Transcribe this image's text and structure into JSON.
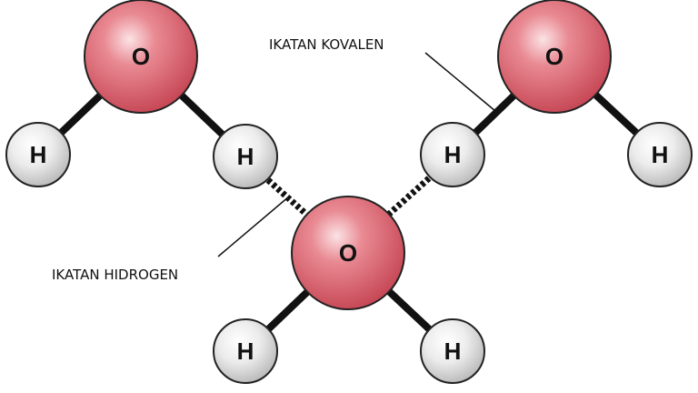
{
  "diagram": {
    "title": "Water molecules hydrogen bonding",
    "callouts": {
      "covalent": "IKATAN KOVALEN",
      "hydrogen": "IKATAN HIDROGEN"
    },
    "atoms": {
      "oxygen": "O",
      "hydrogen": "H"
    },
    "colors": {
      "oxygen": "#d9606c",
      "hydrogen": "#e6e6e6",
      "bond": "#111111"
    }
  }
}
